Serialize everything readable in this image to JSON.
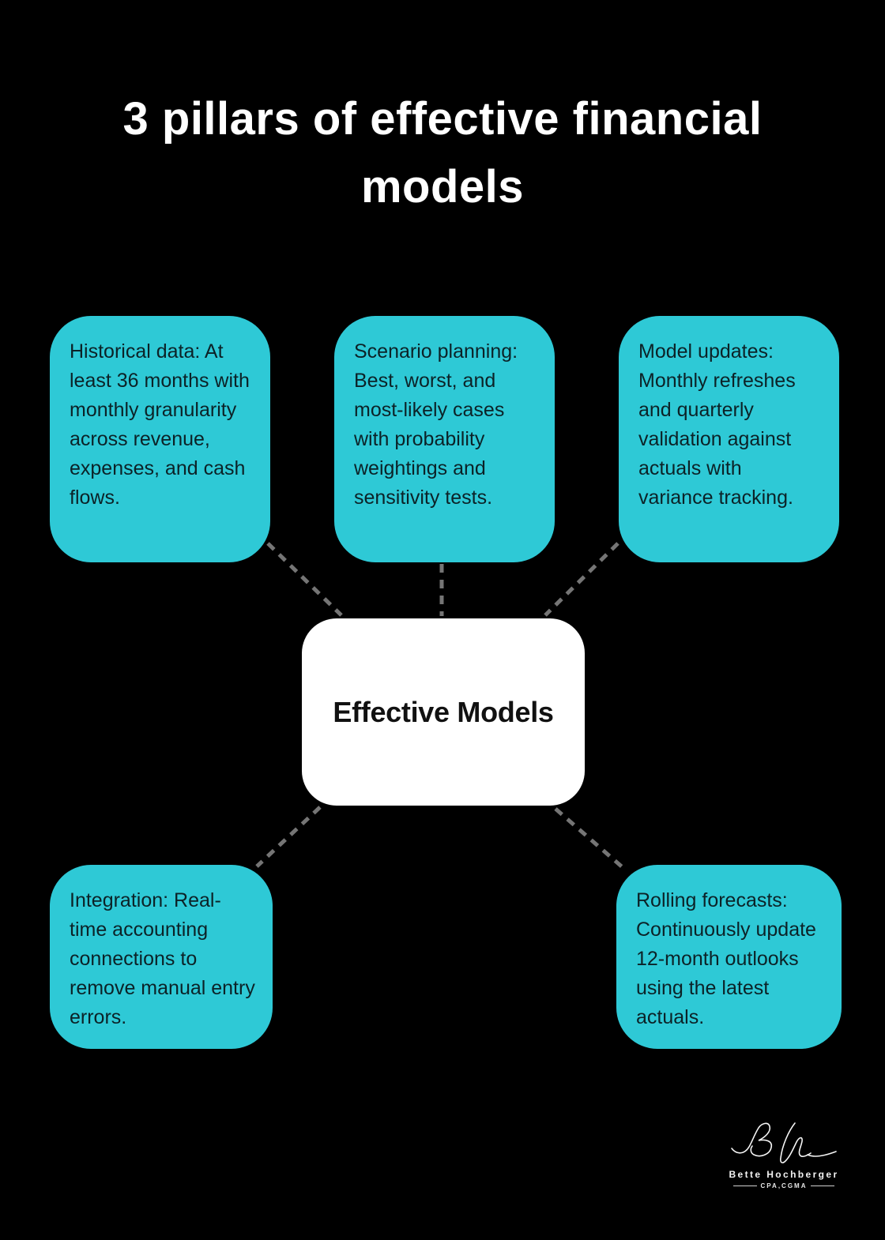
{
  "title_lines": [
    "3 pillars of effective financial",
    "models"
  ],
  "title_full": "3 pillars of effective financial models",
  "center": {
    "label": "Effective Models"
  },
  "nodes": [
    {
      "id": "historical-data",
      "text": "Historical data: At least 36 months with monthly granularity across revenue, expenses, and cash flows."
    },
    {
      "id": "scenario-planning",
      "text": "Scenario planning: Best, worst, and most-likely cases with probability weightings and sensitivity tests."
    },
    {
      "id": "model-updates",
      "text": "Model updates: Monthly refreshes and quarterly validation against actuals with variance tracking."
    },
    {
      "id": "integration",
      "text": "Integration: Real-time accounting connections to remove manual entry errors."
    },
    {
      "id": "rolling-forecasts",
      "text": "Rolling forecasts: Continuously update 12-month outlooks using the latest actuals."
    }
  ],
  "logo": {
    "monogram": "BH",
    "name": "Bette Hochberger",
    "credentials": "CPA,CGMA"
  },
  "colors": {
    "background": "#000000",
    "node_fill": "#2EC9D6",
    "node_text": "#0C2227",
    "center_fill": "#FFFFFF",
    "center_text": "#111111",
    "connector": "#757575",
    "title_text": "#FFFFFF"
  }
}
